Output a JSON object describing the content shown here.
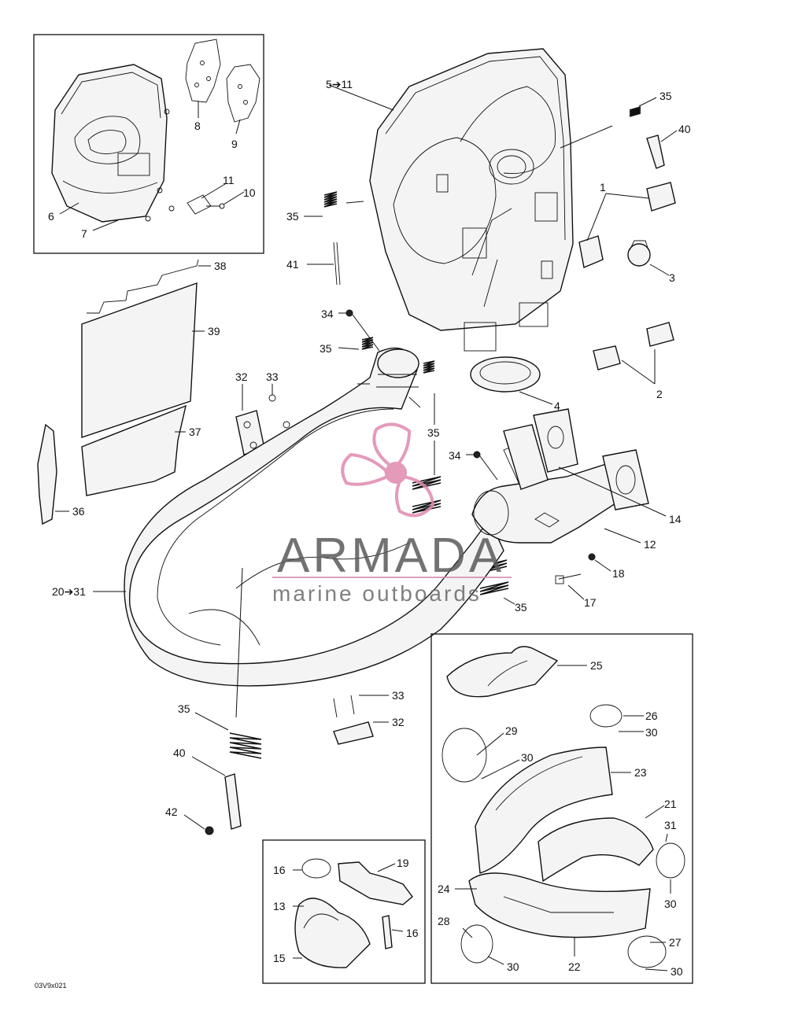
{
  "watermark": {
    "title": "ARMADA",
    "subtitle": "marine outboards",
    "logo_color": "#e089b0",
    "line_color": "#d58fb0"
  },
  "drawing_code": "03V9x021",
  "callouts": {
    "c_5_11": "5➔11",
    "c_35a": "35",
    "c_40a": "40",
    "c_1": "1",
    "c_35b": "35",
    "c_3": "3",
    "c_41": "41",
    "c_38": "38",
    "c_39": "39",
    "c_34a": "34",
    "c_35c": "35",
    "c_2": "2",
    "c_32a": "32",
    "c_33a": "33",
    "c_4": "4",
    "c_37": "37",
    "c_35d": "35",
    "c_34b": "34",
    "c_36": "36",
    "c_14": "14",
    "c_12": "12",
    "c_18": "18",
    "c_20_31": "20➔31",
    "c_35e": "35",
    "c_17": "17",
    "c_25": "25",
    "c_33b": "33",
    "c_32b": "32",
    "c_35f": "35",
    "c_26": "26",
    "c_30a": "30",
    "c_29": "29",
    "c_23": "23",
    "c_30b": "30",
    "c_40b": "40",
    "c_21": "21",
    "c_42": "42",
    "c_31": "31",
    "c_19": "19",
    "c_16a": "16",
    "c_24": "24",
    "c_30c": "30",
    "c_13": "13",
    "c_16b": "16",
    "c_28": "28",
    "c_27": "27",
    "c_15": "15",
    "c_30d": "30",
    "c_22": "22",
    "c_30e": "30",
    "c_6": "6",
    "c_7": "7",
    "c_8": "8",
    "c_9": "9",
    "c_11": "11",
    "c_10": "10"
  }
}
